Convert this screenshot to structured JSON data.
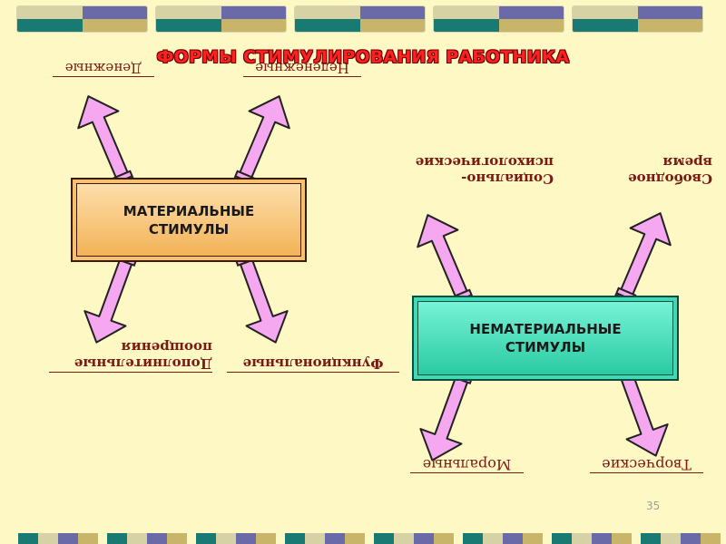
{
  "page_title": "ФОРМЫ СТИМУЛИРОВАНИЯ РАБОТНИКА",
  "boxes": {
    "material": {
      "line1": "МАТЕРИАЛЬНЫЕ",
      "line2": "СТИМУЛЫ",
      "color": "#f3b052"
    },
    "nonmaterial": {
      "line1": "НЕМАТЕРИАЛЬНЫЕ",
      "line2": "СТИМУЛЫ",
      "color": "#25c8a0"
    }
  },
  "labels": {
    "monetary": "Денежные",
    "non_monetary": "Неденежные",
    "additional_line1": "Дополнительные",
    "additional_line2": "поощрения",
    "functional": "Функциональные",
    "socio_line1": "Социально-",
    "socio_line2": "психологические",
    "free_time_line1": "Свободное",
    "free_time_line2": "время",
    "moral": "Моральные",
    "creative": "Творческие"
  },
  "page_number": "35",
  "colors": {
    "title": "#ff2020",
    "label": "#7a1a14",
    "arrow_fill": "#f5a8f0",
    "background": "#fdf8c4"
  }
}
